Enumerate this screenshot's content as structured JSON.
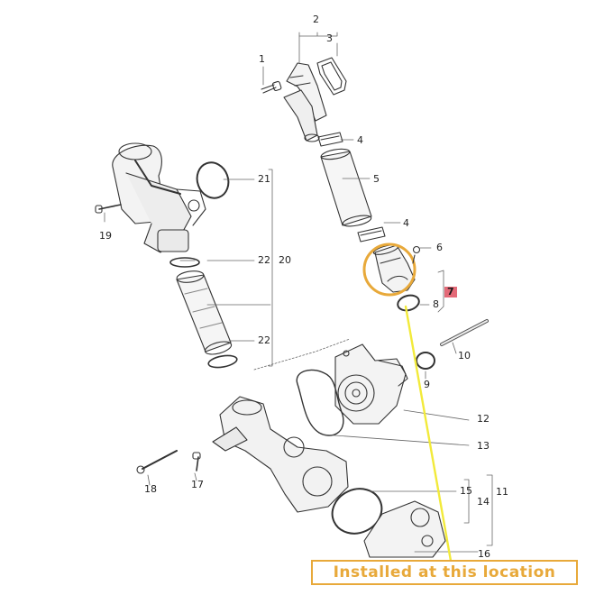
{
  "callouts": {
    "c1": "1",
    "c2": "2",
    "c3": "3",
    "c4a": "4",
    "c4b": "4",
    "c5": "5",
    "c6": "6",
    "c7": "7",
    "c8": "8",
    "c9": "9",
    "c10": "10",
    "c11": "11",
    "c12": "12",
    "c13": "13",
    "c14": "14",
    "c15": "15",
    "c16": "16",
    "c17": "17",
    "c18": "18",
    "c19": "19",
    "c20": "20",
    "c21": "21",
    "c22a": "22",
    "c22b": "22"
  },
  "highlight": {
    "color": "#e8a93a",
    "pointer_color": "#f2ea3a",
    "badge_color": "#e46a78"
  },
  "banner": {
    "text": "Installed at this location"
  }
}
